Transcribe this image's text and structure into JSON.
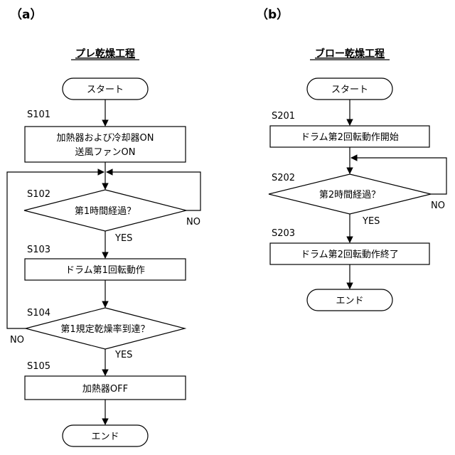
{
  "panel_a": {
    "label": "（a）",
    "title": "プレ乾燥工程",
    "start": "スタート",
    "s101": {
      "id": "S101",
      "line1": "加熱器および冷却器ON",
      "line2": "送風ファンON"
    },
    "s102": {
      "id": "S102",
      "text": "第1時間経過？",
      "no": "NO",
      "yes": "YES"
    },
    "s103": {
      "id": "S103",
      "text": "ドラム第1回転動作"
    },
    "s104": {
      "id": "S104",
      "text": "第1規定乾燥率到達？",
      "no": "NO",
      "yes": "YES"
    },
    "s105": {
      "id": "S105",
      "text": "加熱器OFF"
    },
    "end": "エンド"
  },
  "panel_b": {
    "label": "（b）",
    "title": "ブロー乾燥工程",
    "start": "スタート",
    "s201": {
      "id": "S201",
      "text": "ドラム第2回転動作開始"
    },
    "s202": {
      "id": "S202",
      "text": "第2時間経過？",
      "no": "NO",
      "yes": "YES"
    },
    "s203": {
      "id": "S203",
      "text": "ドラム第2回転動作終了"
    },
    "end": "エンド"
  }
}
